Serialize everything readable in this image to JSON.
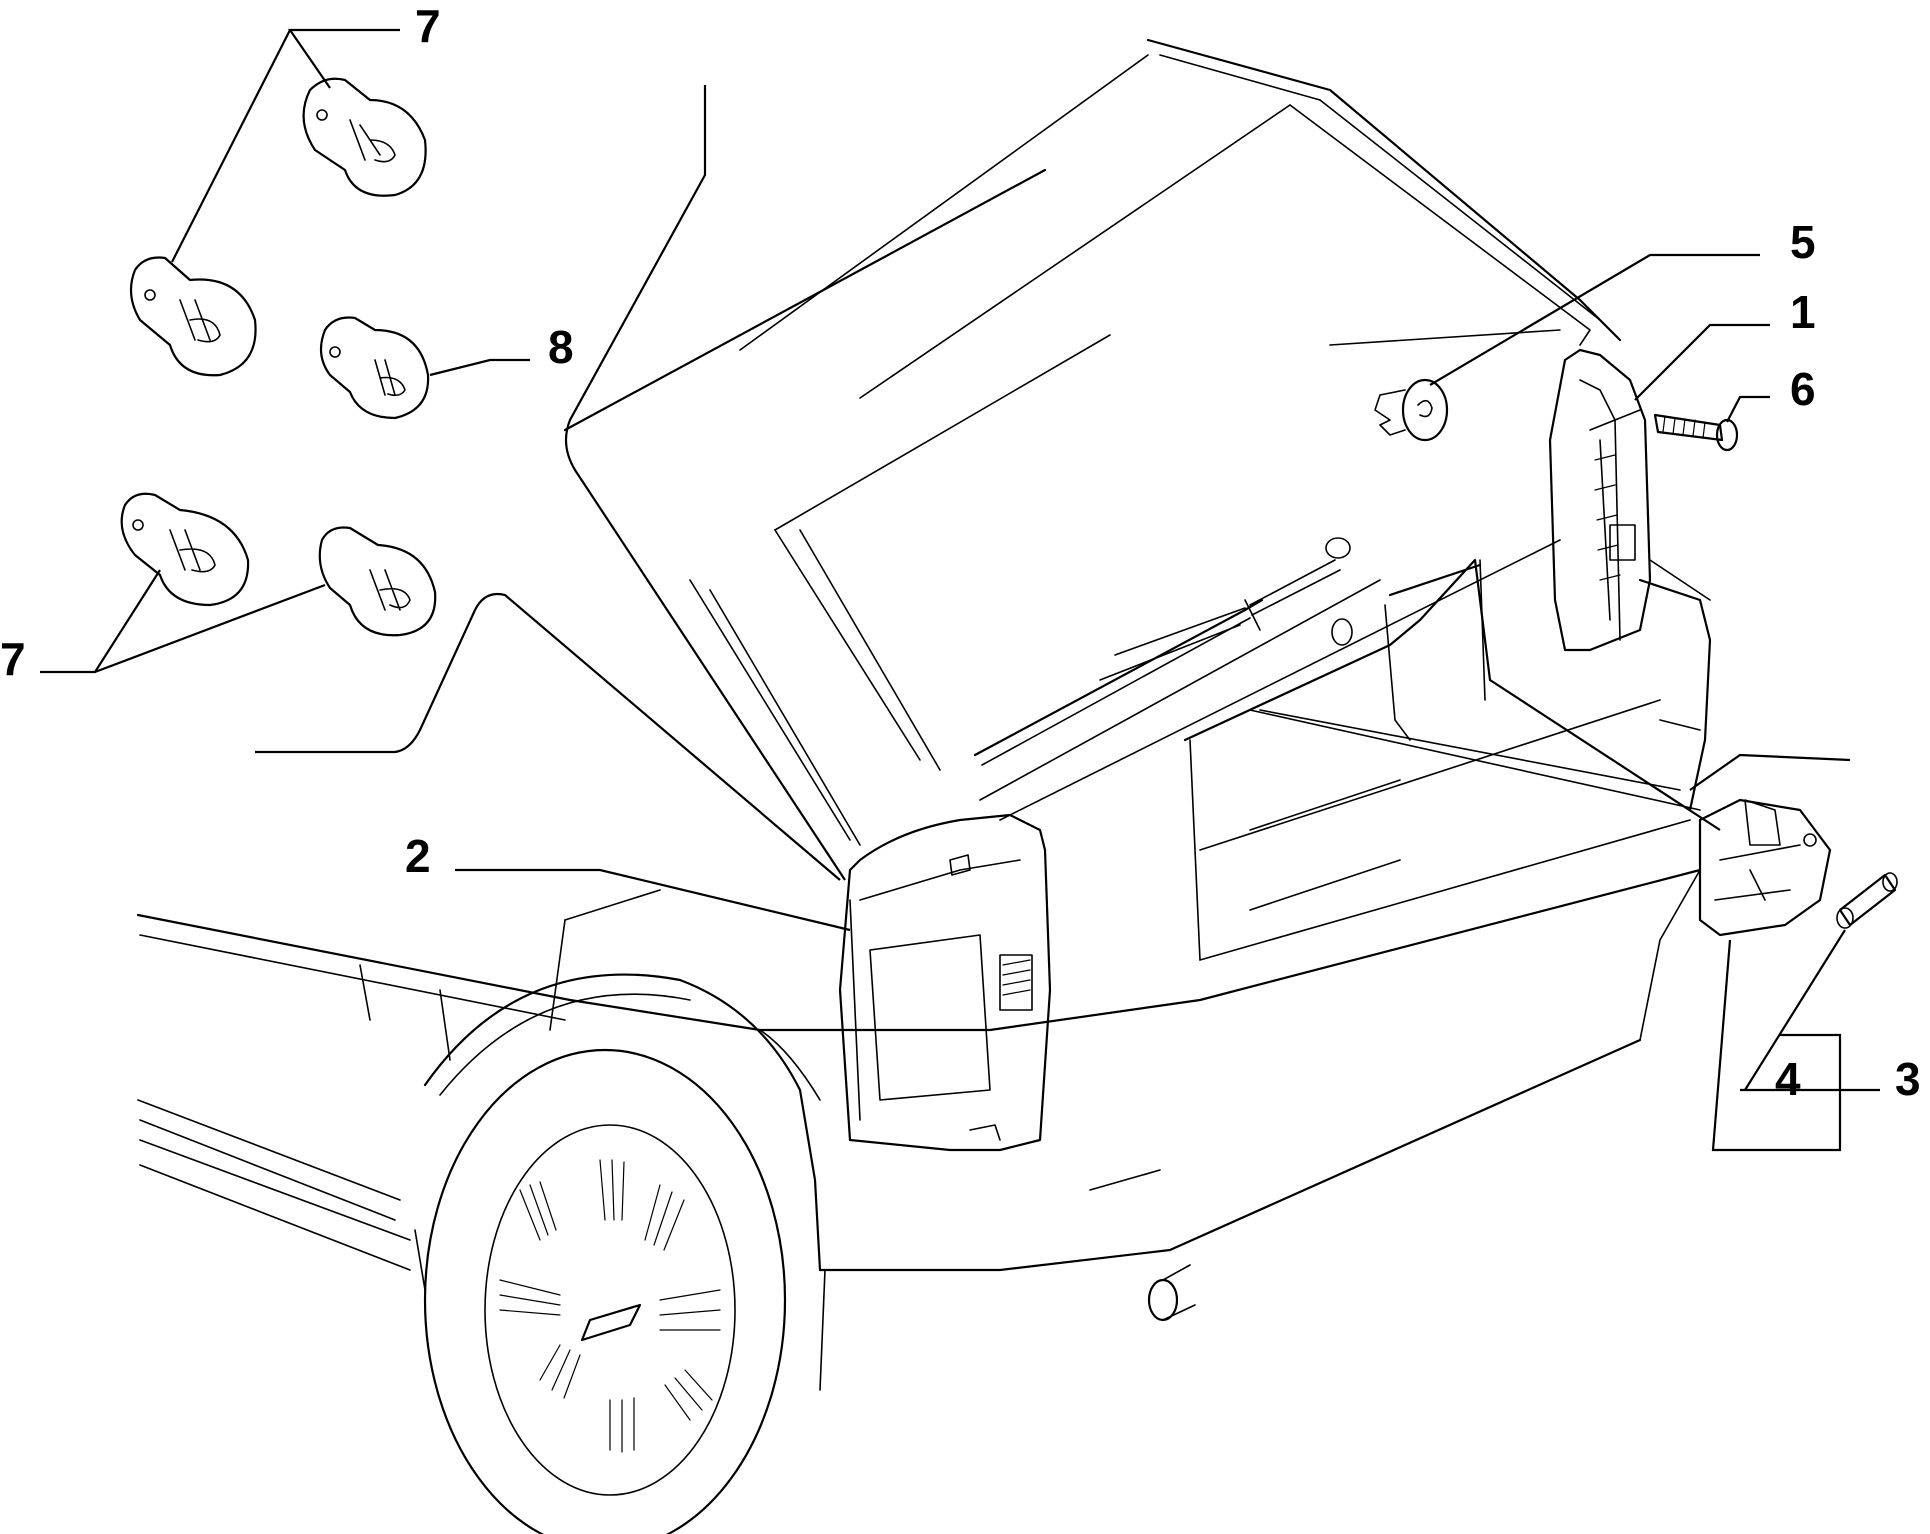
{
  "callouts": {
    "c7_top": "7",
    "c5": "5",
    "c1": "1",
    "c6": "6",
    "c8": "8",
    "c7_bottom": "7",
    "c2": "2",
    "c4": "4",
    "c3": "3"
  }
}
